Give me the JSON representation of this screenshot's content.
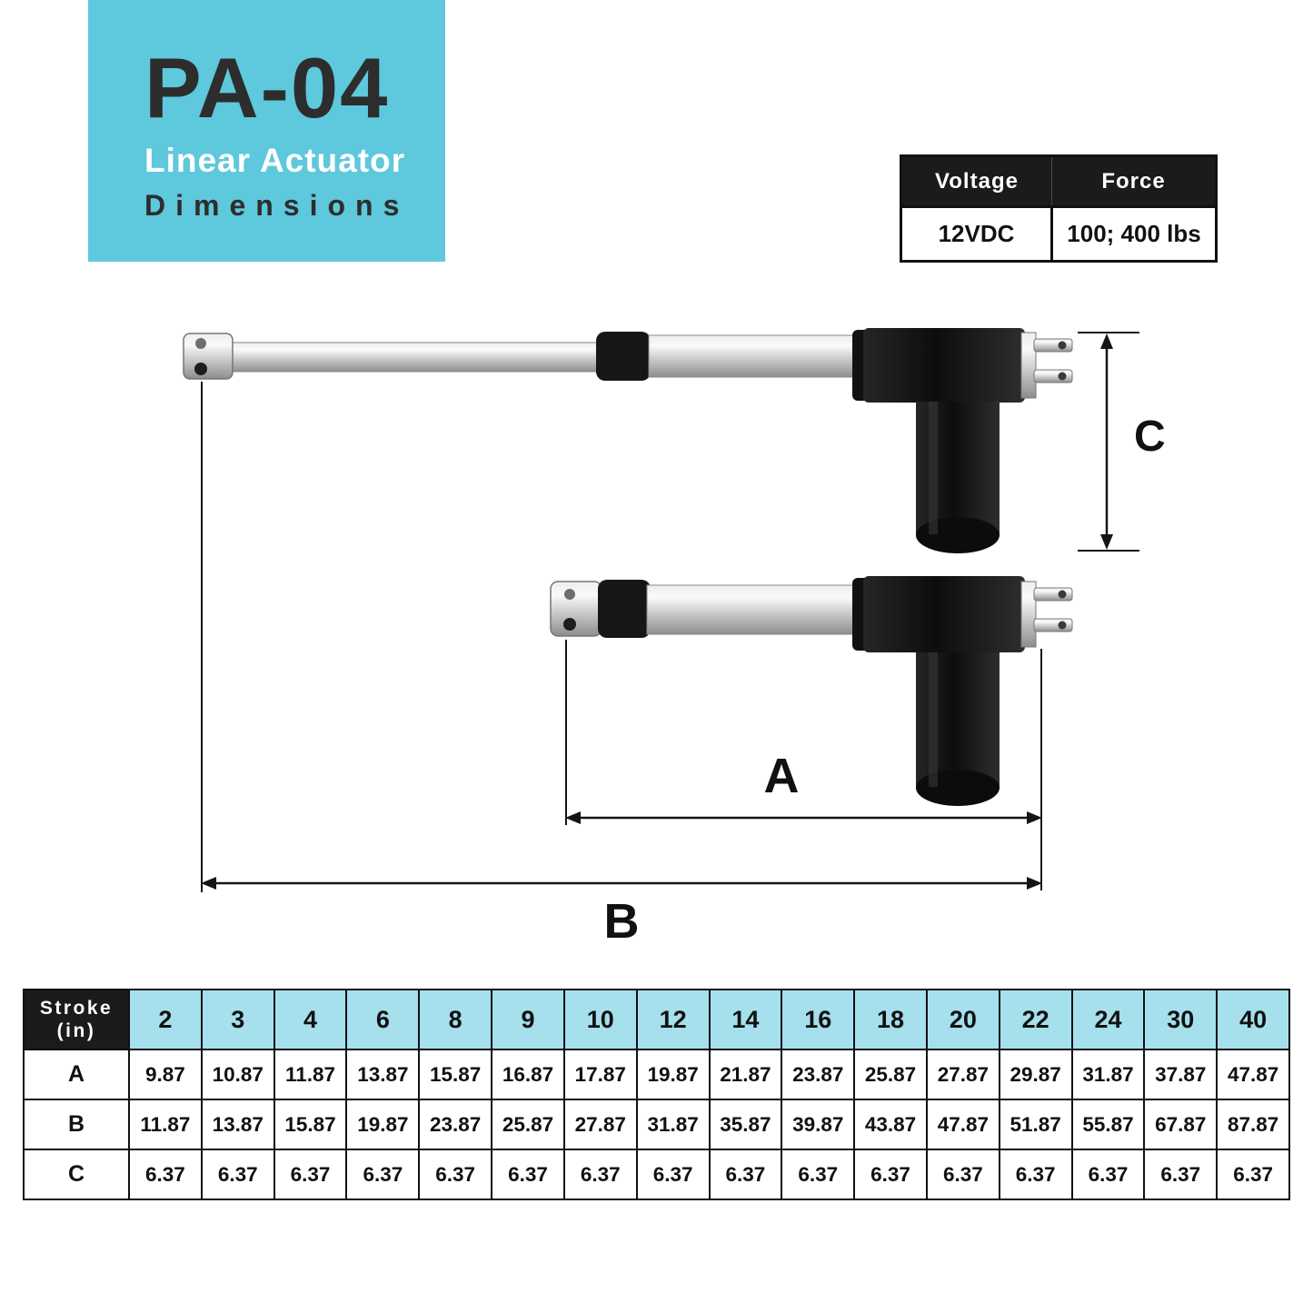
{
  "colors": {
    "accent": "#5ec8dc",
    "table_header_bg": "#a5e0ec",
    "dark": "#1b1b1b"
  },
  "header": {
    "title": "PA-04",
    "subtitle": "Linear Actuator",
    "subtitle2": "Dimensions"
  },
  "spec_table": {
    "headers": [
      "Voltage",
      "Force"
    ],
    "values": [
      "12VDC",
      "100; 400 lbs"
    ]
  },
  "diagram": {
    "dim_a_label": "A",
    "dim_b_label": "B",
    "dim_c_label": "C"
  },
  "stroke_table": {
    "corner_label": "Stroke\n(in)",
    "stroke_sizes": [
      "2",
      "3",
      "4",
      "6",
      "8",
      "9",
      "10",
      "12",
      "14",
      "16",
      "18",
      "20",
      "22",
      "24",
      "30",
      "40"
    ],
    "rows": [
      {
        "label": "A",
        "values": [
          "9.87",
          "10.87",
          "11.87",
          "13.87",
          "15.87",
          "16.87",
          "17.87",
          "19.87",
          "21.87",
          "23.87",
          "25.87",
          "27.87",
          "29.87",
          "31.87",
          "37.87",
          "47.87"
        ]
      },
      {
        "label": "B",
        "values": [
          "11.87",
          "13.87",
          "15.87",
          "19.87",
          "23.87",
          "25.87",
          "27.87",
          "31.87",
          "35.87",
          "39.87",
          "43.87",
          "47.87",
          "51.87",
          "55.87",
          "67.87",
          "87.87"
        ]
      },
      {
        "label": "C",
        "values": [
          "6.37",
          "6.37",
          "6.37",
          "6.37",
          "6.37",
          "6.37",
          "6.37",
          "6.37",
          "6.37",
          "6.37",
          "6.37",
          "6.37",
          "6.37",
          "6.37",
          "6.37",
          "6.37"
        ]
      }
    ]
  }
}
